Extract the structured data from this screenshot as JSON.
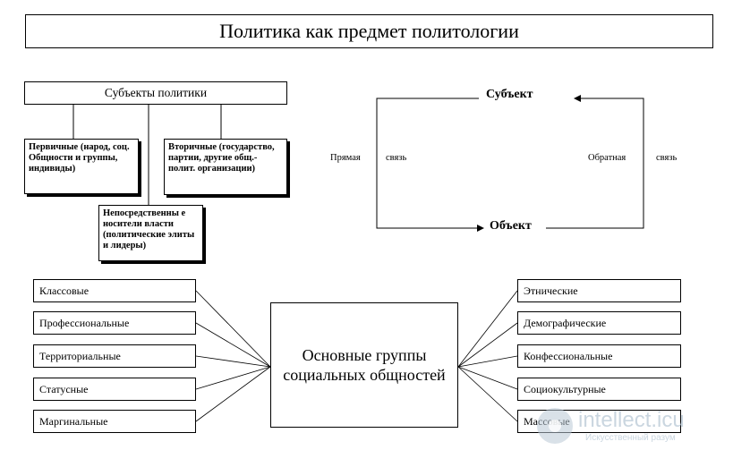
{
  "title": "Политика как предмет политологии",
  "subjects": {
    "header": "Субъекты политики",
    "primary": "Первичные (народ, соц. Общности и группы, индивиды)",
    "secondary": "Вторичные (государство, партии, другие общ.-полит. организации)",
    "direct": "Непосредственны е носители власти (политические элиты и лидеры)"
  },
  "relation": {
    "subject": "Субъект",
    "object": "Объект",
    "direct_1": "Прямая",
    "direct_2": "связь",
    "feedback_1": "Обратная",
    "feedback_2": "связь"
  },
  "groups": {
    "center": "Основные группы социальных общностей",
    "left": [
      "Классовые",
      "Профессиональные",
      "Территориальные",
      "Статусные",
      "Маргинальные"
    ],
    "right": [
      "Этнические",
      "Демографические",
      "Конфессиональные",
      "Социокультурные",
      "Массовые"
    ]
  },
  "watermark": {
    "brand": "intellect.icu",
    "tagline": "Искусственный разум"
  }
}
